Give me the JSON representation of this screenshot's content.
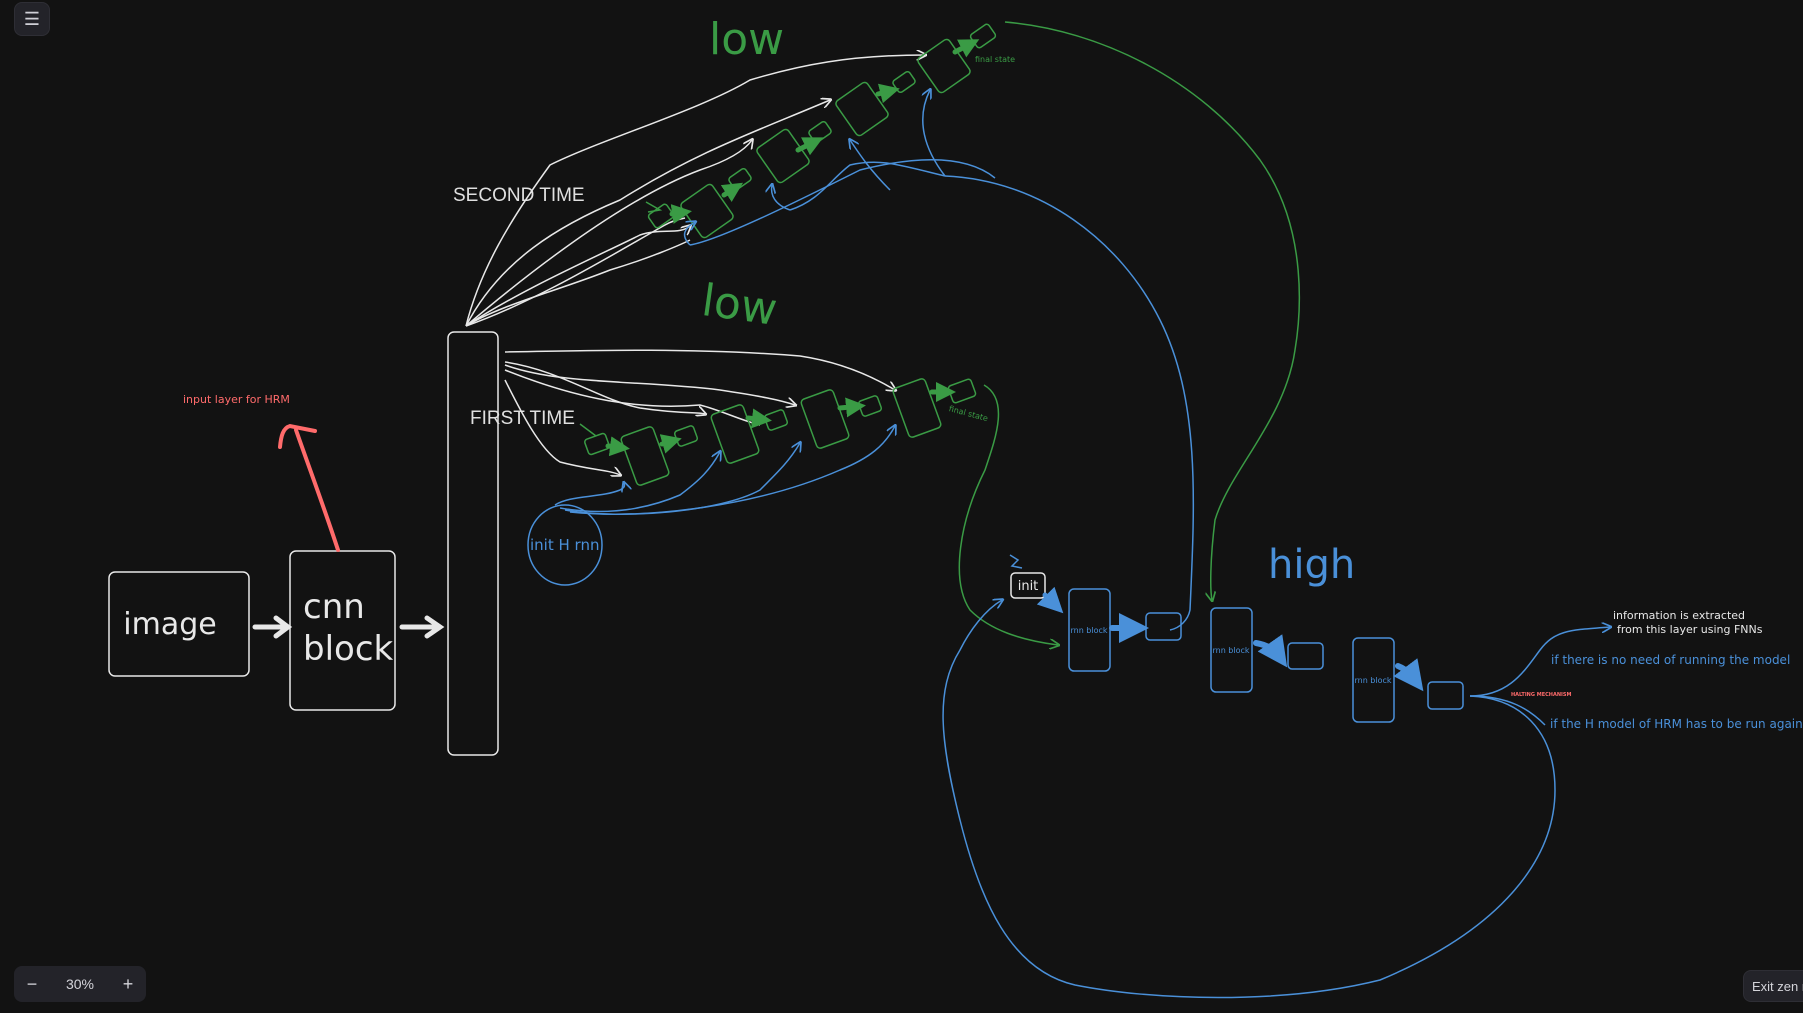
{
  "toolbar": {
    "menu_icon": "hamburger-icon",
    "zoom_out": "−",
    "zoom_in": "+",
    "zoom_level": "30%",
    "exit_zen": "Exit zen m"
  },
  "colors": {
    "background": "#121212",
    "white_stroke": "#e8e8e8",
    "green": "#3a9b45",
    "blue": "#4a90d9",
    "red": "#ff6b6b"
  },
  "diagram": {
    "image_label": "image",
    "cnn_label_1": "cnn",
    "cnn_label_2": "block",
    "input_layer_note": "input layer for HRM",
    "init_h_rnn": "init H rnn",
    "first_time": "FIRST TIME",
    "second_time": "SECOND TIME",
    "low_top": "low",
    "low_mid": "low",
    "high": "high",
    "init_box": "init",
    "rnn_block_1": "rnn block",
    "rnn_block_2": "rnn block",
    "rnn_block_3": "rnn block",
    "final_state_top": "final state",
    "final_state_mid": "final state",
    "info_line_1": "information is extracted",
    "info_line_2": "from this layer using FNNs",
    "no_need": "if there is no need of running the model",
    "run_again": "if the H model of HRM has to be run again",
    "halting": "HALTING MECHANISM"
  }
}
